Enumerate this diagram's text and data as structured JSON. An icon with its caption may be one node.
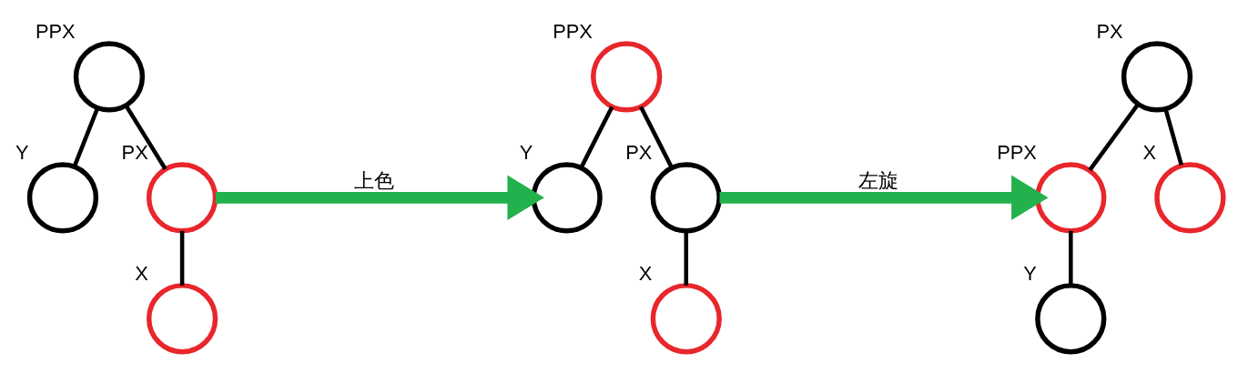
{
  "diagram": {
    "nodes": [
      {
        "text": [],
        "shape": "circle",
        "beside": [
          "PPX"
        ]
      },
      {
        "text": [],
        "shape": "circle",
        "beside": [
          "Y"
        ]
      },
      {
        "text": [],
        "shape": "circle",
        "beside": [
          "PX"
        ]
      },
      {
        "text": [],
        "shape": "circle",
        "beside": [
          "X"
        ]
      },
      {
        "text": [],
        "shape": "circle",
        "beside": [
          "PPX"
        ]
      },
      {
        "text": [],
        "shape": "circle",
        "beside": [
          "Y"
        ]
      },
      {
        "text": [],
        "shape": "circle",
        "beside": [
          "PX"
        ]
      },
      {
        "text": [],
        "shape": "circle",
        "beside": [
          "X"
        ]
      },
      {
        "text": [],
        "shape": "circle",
        "beside": [
          "PX"
        ]
      },
      {
        "text": [],
        "shape": "circle",
        "beside": [
          "PPX"
        ]
      },
      {
        "text": [],
        "shape": "circle",
        "beside": [
          "X"
        ]
      },
      {
        "text": [],
        "shape": "circle",
        "beside": [
          "Y"
        ]
      }
    ],
    "edges": [
      {
        "from": 0,
        "to": 1,
        "arrow": "none"
      },
      {
        "from": 0,
        "to": 2,
        "arrow": "none"
      },
      {
        "from": 2,
        "to": 3,
        "arrow": "none"
      },
      {
        "from": 2,
        "to": 5,
        "arrow": "to",
        "label": "上色",
        "style": "thick",
        "color": "#22b14c"
      },
      {
        "from": 4,
        "to": 5,
        "arrow": "none"
      },
      {
        "from": 4,
        "to": 6,
        "arrow": "none"
      },
      {
        "from": 6,
        "to": 7,
        "arrow": "none"
      },
      {
        "from": 6,
        "to": 9,
        "arrow": "to",
        "label": "左旋",
        "style": "thick",
        "color": "#22b14c"
      },
      {
        "from": 8,
        "to": 9,
        "arrow": "none"
      },
      {
        "from": 8,
        "to": 10,
        "arrow": "none"
      },
      {
        "from": 9,
        "to": 11,
        "arrow": "none"
      }
    ]
  }
}
